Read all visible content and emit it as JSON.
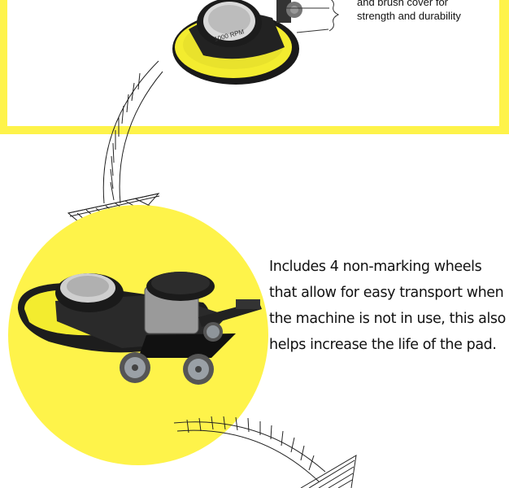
{
  "top_callout": {
    "lines": [
      "and brush cover for",
      "strength and durability"
    ]
  },
  "top_machine_label": "1000 RPM",
  "feature_text": {
    "lines": [
      "Includes 4 non-marking wheels",
      "that allow for easy transport when",
      "the machine is not in use, this also",
      "helps increase the life of the pad."
    ]
  },
  "colors": {
    "accent_yellow": "#fef34a",
    "pad_yellow": "#f3ec2f",
    "machine_black": "#1d1d1d"
  }
}
